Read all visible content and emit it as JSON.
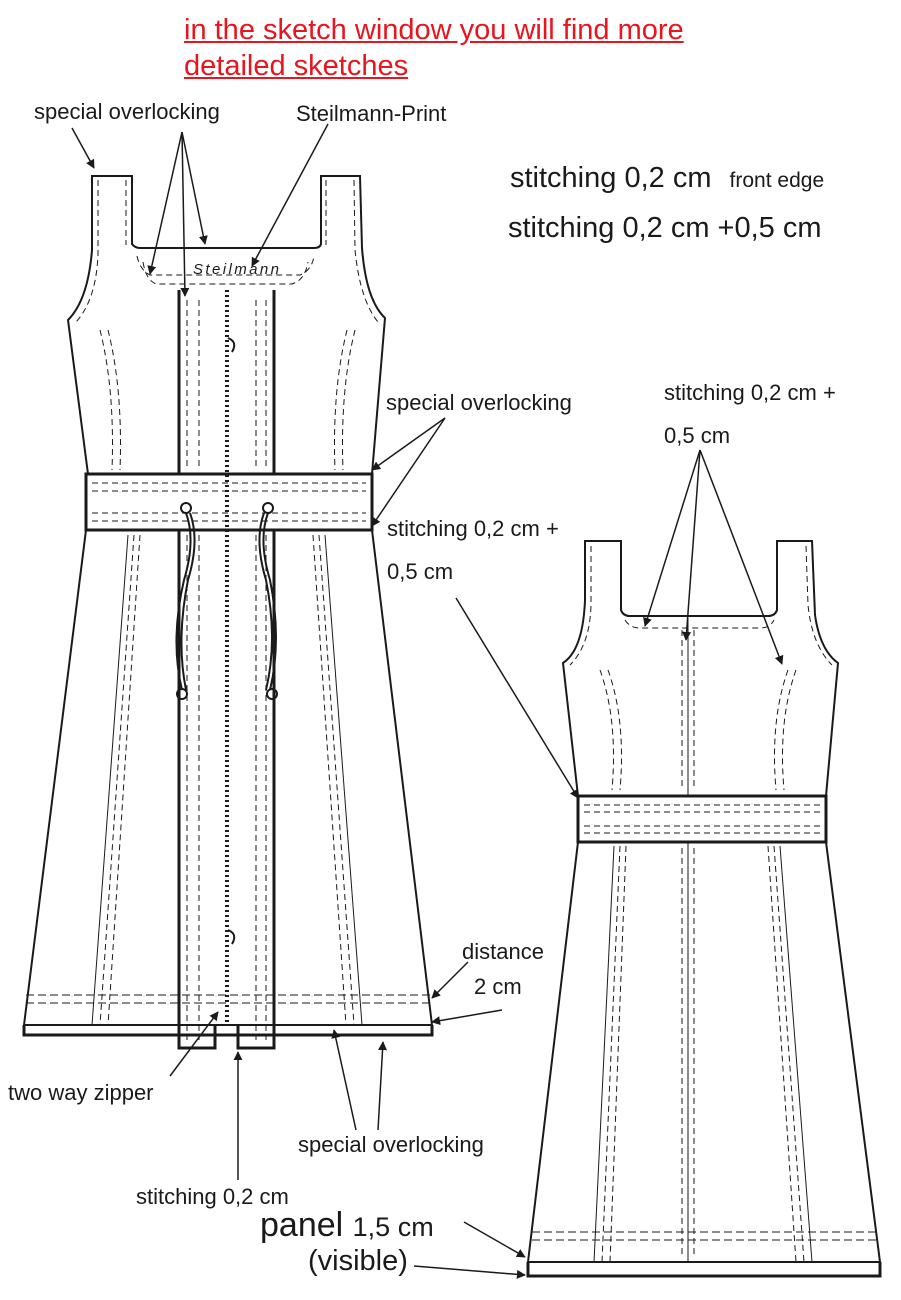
{
  "notice": {
    "line1": "in the sketch window you will find more ",
    "line2": "detailed sketches",
    "color": "#e8141e"
  },
  "front_view": {
    "print_text": "Steilmann",
    "labels": {
      "special_overlocking_top": "special overlocking",
      "steilmann_print": "Steilmann-Print",
      "special_overlocking_waist": "special overlocking",
      "stitching_waist_line1": "stitching 0,2 cm +",
      "stitching_waist_line2": "0,5 cm",
      "distance_line1": "distance",
      "distance_line2": "2 cm",
      "two_way_zipper": "two way zipper",
      "special_overlocking_hem": "special overlocking",
      "stitching_bottom": "stitching 0,2 cm"
    }
  },
  "spec_notes": {
    "stitch_front_main": "stitching 0,2 cm",
    "stitch_front_suffix": "front edge",
    "stitch_double": "stitching 0,2 cm +0,5 cm"
  },
  "back_view": {
    "labels": {
      "stitching_line1": "stitching 0,2 cm +",
      "stitching_line2": "0,5 cm",
      "panel_word": "panel",
      "panel_size": "1,5 cm",
      "visible": "(visible)"
    }
  },
  "colors": {
    "line": "#1a1a1a",
    "background": "#ffffff"
  }
}
